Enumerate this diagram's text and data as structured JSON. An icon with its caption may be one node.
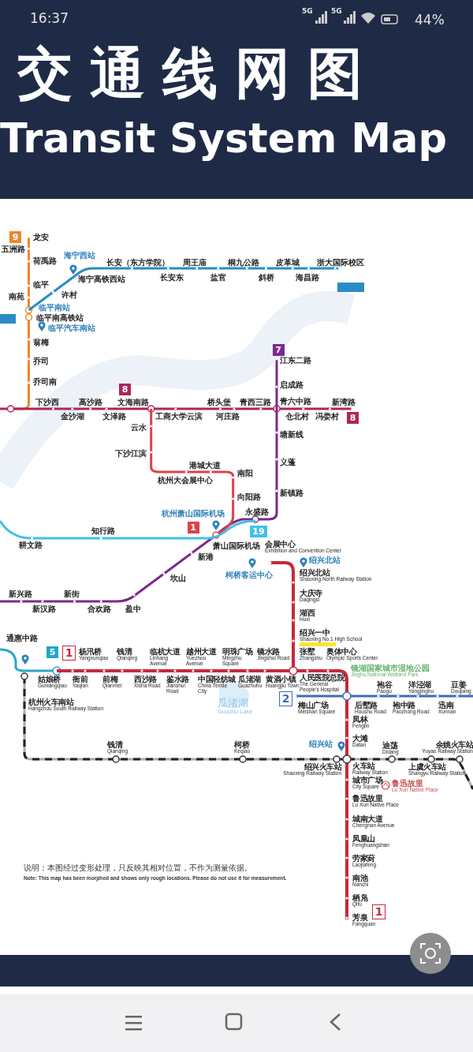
{
  "diagram": {
    "title": "交通线网图",
    "labels": [
      "16:37",
      "5G",
      "5G",
      "44%",
      "Transit System Map",
      "9",
      "龙安",
      "五洲路",
      "荷禹路",
      "临平",
      "南苑",
      "临平南站",
      "临平南高铁站",
      "临平汽车南站",
      "翁梅",
      "乔司",
      "乔司南",
      "海宁西站",
      "海宁高铁西站",
      "许村",
      "长安（东方学院）",
      "长安东",
      "周王庙",
      "盐官",
      "桐九公路",
      "斜桥",
      "皮革城",
      "海昌路",
      "浙大国际校区",
      "7",
      "江东二路",
      "启成路",
      "青六中路",
      "塘新线",
      "义蓬",
      "新镇路",
      "永盛路",
      "下沙西",
      "高沙路",
      "8",
      "文海南路",
      "桥头堡",
      "青西三路",
      "新湾路",
      "金沙湖",
      "文泽路",
      "工商大学云滨",
      "河庄路",
      "仓北村",
      "冯娄村",
      "8",
      "云水",
      "下沙江滨",
      "港城大道",
      "杭州大会展中心",
      "南阳",
      "向阳路",
      "杭州萧山国际机场",
      "知行路",
      "1",
      "19",
      "耕文路",
      "萧山国际机场",
      "新港",
      "坎山",
      "盈中",
      "新兴路",
      "新街",
      "新汉路",
      "合欢路",
      "会展中心 Exhibition and Convention Center",
      "柯桥客运中心",
      "绍兴北站",
      "绍兴北站 Shaoxing North Railway Station",
      "大庆寺 Daqingsi",
      "湖西 Huxi",
      "绍兴一中 Shaoxing No.1 High School",
      "张墅 Zhangshu",
      "奥体中心 Olympic Sports Center",
      "镜湖国家城市湿地公园 Jinghu National Wetland Park",
      "通惠中路",
      "5",
      "1",
      "杨汛桥 Yangxunqiao",
      "钱清 Qianqing",
      "临杭大道 Linhang Avenue",
      "越州大道 Yuezhou Avenue",
      "明珠广场 Mingzhu Square",
      "镜水路 Jingshui Road",
      "姑娘桥 Guniangqiao",
      "衙前 Yaqian",
      "前梅 Qianmei",
      "西沙路 Xisha Road",
      "鉴水路 Jianshui Road",
      "中国轻纺城 China Textile City",
      "瓜渚湖 Guazhuhu",
      "黄酒小镇 Huangjiu Town",
      "杭州火车南站 Hangzhou South Railway Station",
      "瓜渚湖 Guazhu Lake",
      "人民医院总院 The General People's Hospital",
      "2",
      "袍谷 Paogu",
      "洋泾湖 Yangjinghu",
      "豆姜 Doujiang",
      "梅山广场 Meishan Square",
      "后墅路 Houshu Road",
      "袍中路 Paozhong Road",
      "迅南 Xunnan",
      "凤林 Fenglin",
      "钱清 Qianqing",
      "柯桥 Keqiao",
      "绍兴站",
      "大滩 Datan",
      "迪荡 Didang",
      "余姚火车站 Yuyao Railway Station",
      "绍兴火车站 Shaoxing Railway Station",
      "火车站 Railway Station",
      "上虞火车站 Shangyu Railway Station",
      "城市广场 City Square",
      "鲁迅故里 Lu Xun Native Place",
      "鲁迅故里 Lu Xun Native Place",
      "城南大道 Chengnan Avenue",
      "凤凰山 Fenghuangshan",
      "劳家葑 Laojiafeng",
      "南池 Nanchi",
      "栖凫 Qifu",
      "1",
      "芳泉 Fangquan",
      "说明：本图经过变形处理，只反映其相对位置，不作为测量依据。",
      "Note: This map has been morphed and shows only rough locations. Please do not use it for measurement."
    ]
  }
}
